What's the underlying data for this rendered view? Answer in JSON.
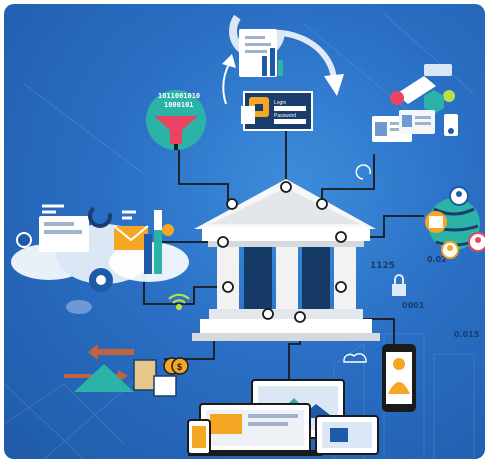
{
  "scene": {
    "binary_line_1": "1011001010",
    "binary_line_2": "1000101",
    "num_1": "1125",
    "num_2": "0001",
    "num_3": "0.015",
    "num_4": "0.02",
    "login_label": "Login",
    "password_label": "Password",
    "coin_label": "$"
  },
  "colors": {
    "background": "#2a6fc4",
    "line": "#1a1a1a",
    "bank": "#ffffff",
    "orange": "#f5a623",
    "teal": "#2bb3a8"
  }
}
